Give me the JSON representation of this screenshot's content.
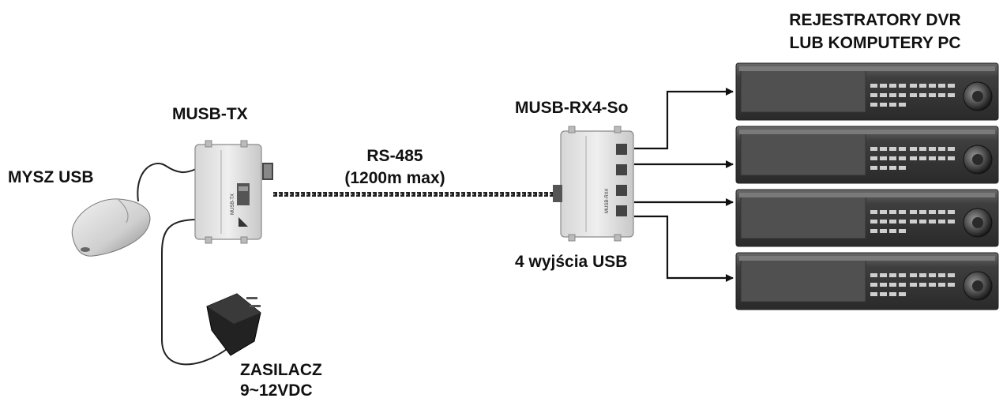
{
  "labels": {
    "dvr_title_line1": "REJESTRATORY DVR",
    "dvr_title_line2": "LUB KOMPUTERY PC",
    "transmitter": "MUSB-TX",
    "mouse": "MYSZ USB",
    "cable_type": "RS-485",
    "cable_length": "(1200m max)",
    "receiver": "MUSB-RX4-So",
    "outputs": "4 wyjścia USB",
    "power_supply_line1": "ZASILACZ",
    "power_supply_line2": "9~12VDC"
  },
  "device_markings": {
    "tx_side_text": "MUSB-TX",
    "rx_side_text": "MUSB-RX4"
  },
  "dvr_units": [
    {
      "id": "dvr-1"
    },
    {
      "id": "dvr-2"
    },
    {
      "id": "dvr-3"
    },
    {
      "id": "dvr-4"
    }
  ],
  "colors": {
    "device_body": "#e2e2e2",
    "dvr_body": "#4a4a4a",
    "line": "#111111"
  }
}
